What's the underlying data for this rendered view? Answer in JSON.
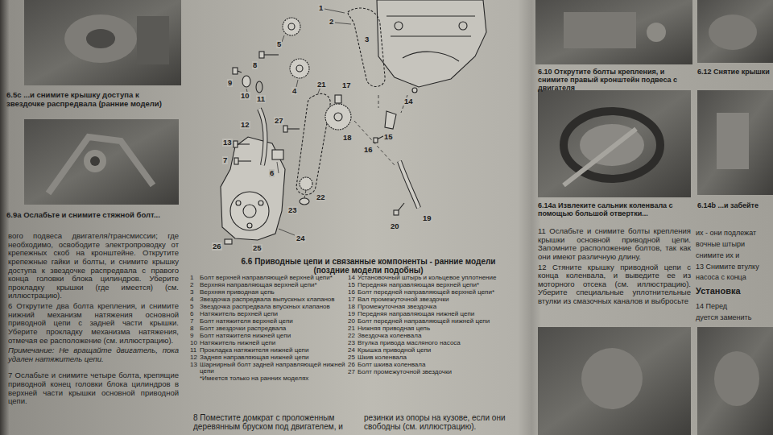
{
  "diagram": {
    "caption": "6.6 Приводные цепи и связанные компоненты - ранние модели (поздние модели подобны)",
    "labels": [
      "6.5c ...и снимите крышку доступа к звездочке распредвала (ранние модели)",
      "6.9a Ослабьте и снимите стяжной болт...",
      "вого подвеса двигателя/трансмиссии; где необходимо, освободите электропроводку от крепежных скоб на кронштейне. Открутите крепежные гайки и болты, и снимите крышку доступа к звездочке распредвала с правого конца головки блока цилиндров. Уберите прокладку крышки (где имеется) (см. иллюстрацию).",
      "6 Открутите два болта крепления, и снимите нижний механизм натяжения основной приводной цепи с задней части крышки. Уберите прокладку механизма натяжения, отмечая ее расположение (см. иллюстрацию).",
      "Примечание: Не вращайте двигатель, пока удален натяжитель цепи.",
      "7 Ослабьте и снимите четыре болта, крепящие приводной конец головки блока цилиндров в верхней части крышки основной приводной цепи.",
      "1",
      "2",
      "3",
      "4",
      "5",
      "6",
      "7",
      "8",
      "9",
      "10",
      "11",
      "12",
      "13",
      "14",
      "15",
      "16",
      "17",
      "18",
      "19",
      "20",
      "21",
      "22",
      "23",
      "24",
      "25",
      "26",
      "27",
      "1",
      "Болт верхней направляющей верхней цепи*",
      "2",
      "Верхняя направляющая верхней цепи*",
      "3",
      "Верхняя приводная цепь",
      "4",
      "Звездочка распредвала выпускных клапанов",
      "5",
      "Звездочка распредвала впускных клапанов",
      "6",
      "Натяжитель верхней цепи",
      "7",
      "Болт натяжителя верхней цепи",
      "8",
      "Болт звездочки распредвала",
      "9",
      "Болт натяжителя нижней цепи",
      "10",
      "Натяжитель нижней цепи",
      "11",
      "Прокладка натяжителя нижней цепи",
      "12",
      "Задняя направляющая нижней цепи",
      "13",
      "Шарнирный болт задней направляющей нижней цепи",
      "*Имеется только на ранних моделях",
      "14",
      "Установочный штырь и кольцевое уплотнение",
      "15",
      "Передняя направляющая верхней цепи*",
      "16",
      "Болт передней направляющей верхней цепи*",
      "17",
      "Вал промежуточной звездочки",
      "18",
      "Промежуточная звездочка",
      "19",
      "Передняя направляющая нижней цепи",
      "20",
      "Болт передней направляющей нижней цепи",
      "21",
      "Нижняя приводная цепь",
      "22",
      "Звездочка коленвала",
      "23",
      "Втулка привода масляного насоса",
      "24",
      "Крышка приводной цепи",
      "25",
      "Шкив коленвала",
      "26",
      "Болт шкива коленвала",
      "27",
      "Болт промежуточной звездочки",
      "8 Поместите домкрат с проложенным деревянным бруском под двигателем, и",
      "резинки из опоры на кузове, если они свободны (см. иллюстрацию).",
      "6.10 Открутите болты крепления, и снимите правый кронштейн подвеса с двигателя",
      "6.12 Снятие крышки",
      "6.14a Извлеките сальник коленвала с помощью большой отвертки...",
      "6.14b ...и забейте",
      "11 Ослабьте и снимите болты крепления крышки основной приводной цепи. Запомните расположение болтов, так как они имеют различную длину.",
      "12 Стяните крышку приводной цепи с конца коленвала, и выведите ее из моторного отсека (см. иллюстрацию). Уберите специальные уплотнительные втулки из смазочных каналов и выбросьте",
      "их - они подлежат",
      "вочные штыри",
      "снимите их и",
      "13 Снимите втулку",
      "насоса с конца",
      "Установка",
      "14 Перед",
      "дуется заменить"
    ]
  }
}
